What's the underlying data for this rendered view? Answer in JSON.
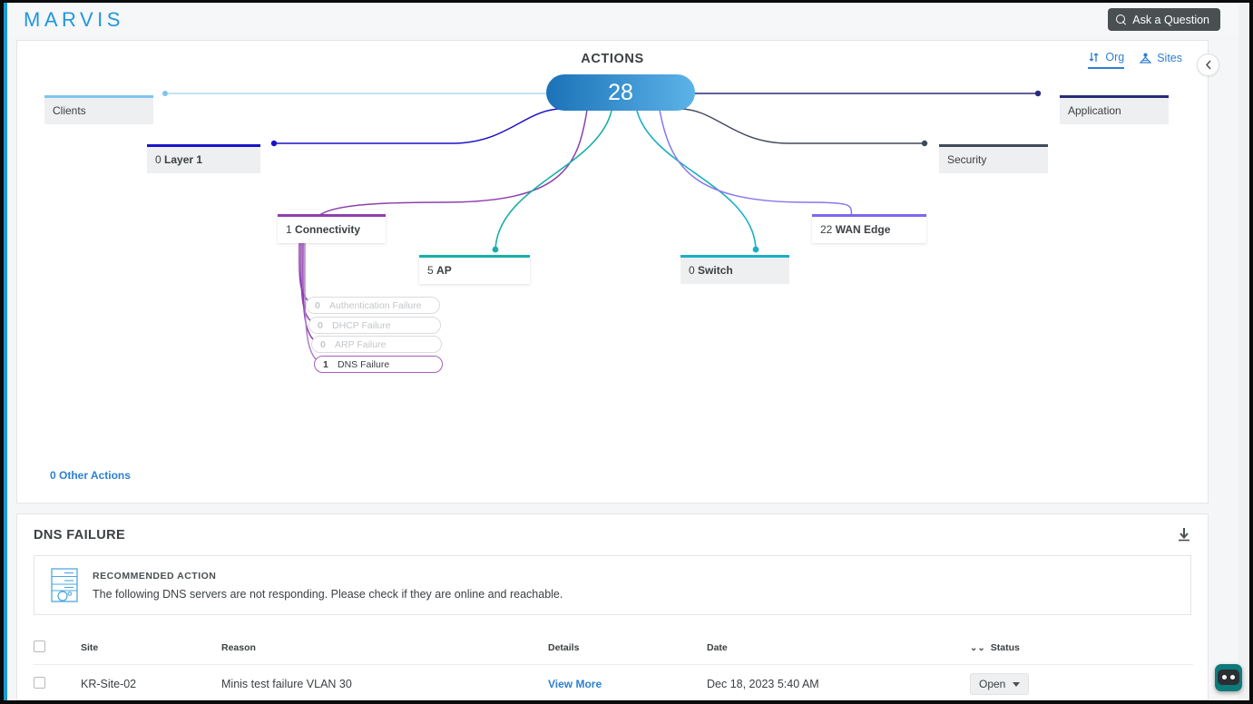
{
  "app": {
    "brand": "MARVIS",
    "ask_button": "Ask a Question",
    "ask_icon": "search-icon"
  },
  "panel": {
    "title": "ACTIONS",
    "collapse_icon": "chevron-left-icon",
    "view_tabs": [
      {
        "label": "Org",
        "icon": "sort-arrows-icon",
        "active": true
      },
      {
        "label": "Sites",
        "icon": "sites-icon",
        "active": false
      }
    ],
    "root": {
      "label": "ACTIONS",
      "count": "28"
    },
    "other_actions": "0 Other Actions",
    "nodes": [
      {
        "name": "clients",
        "count": "",
        "label": "Clients",
        "accent": "#7fc4ef",
        "selected": false
      },
      {
        "name": "layer1",
        "count": "0",
        "label": "Layer 1",
        "accent": "#1a12c9",
        "selected": false
      },
      {
        "name": "connectivity",
        "count": "1",
        "label": "Connectivity",
        "accent": "#8e3fae",
        "selected": true
      },
      {
        "name": "ap",
        "count": "5",
        "label": "AP",
        "accent": "#17b0a7",
        "selected": true
      },
      {
        "name": "switch",
        "count": "0",
        "label": "Switch",
        "accent": "#1ab0c4",
        "selected": false
      },
      {
        "name": "wan-edge",
        "count": "22",
        "label": "WAN Edge",
        "accent": "#7b68ee",
        "selected": true
      },
      {
        "name": "security",
        "count": "",
        "label": "Security",
        "accent": "#3f4a5a",
        "selected": false
      },
      {
        "name": "application",
        "count": "",
        "label": "Application",
        "accent": "#2a2a7a",
        "selected": false
      }
    ],
    "subnodes": [
      {
        "count": "0",
        "label": "Authentication Failure",
        "active": false
      },
      {
        "count": "0",
        "label": "DHCP Failure",
        "active": false
      },
      {
        "count": "0",
        "label": "ARP Failure",
        "active": false
      },
      {
        "count": "1",
        "label": "DNS Failure",
        "active": true
      }
    ]
  },
  "detail": {
    "title": "DNS FAILURE",
    "download_icon": "download-icon",
    "recommended": {
      "icon": "server-rack-icon",
      "label": "RECOMMENDED ACTION",
      "text": "The following DNS servers are not responding. Please check if they are online and reachable."
    },
    "table": {
      "columns": [
        "Site",
        "Reason",
        "Details",
        "Date",
        "Status"
      ],
      "sort_icon": "sort-chevrons-icon",
      "rows": [
        {
          "site": "KR-Site-02",
          "reason": "Minis test failure VLAN 30",
          "details": "View More",
          "date": "Dec 18, 2023 5:40 AM",
          "status": "Open"
        }
      ]
    }
  },
  "chat": {
    "icon": "chat-bot-icon"
  },
  "colors": {
    "brand_blue": "#2196e3",
    "link_blue": "#2d7fd3",
    "node_blue_start": "#1b72b8",
    "node_blue_end": "#5cb3e8"
  }
}
